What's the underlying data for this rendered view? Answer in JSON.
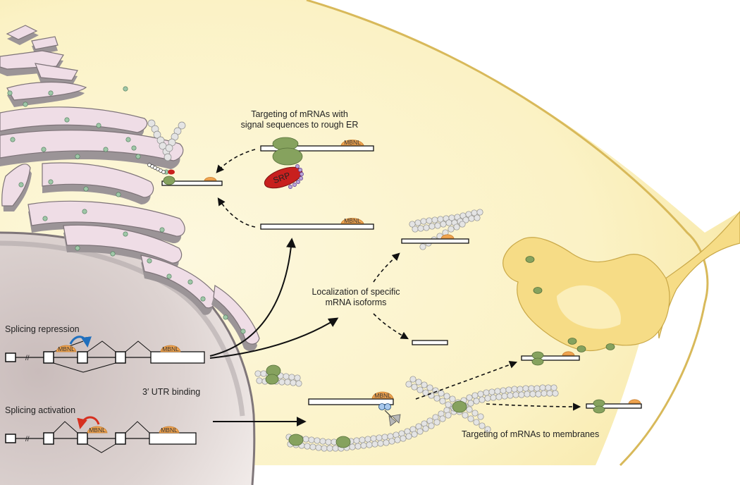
{
  "labels": {
    "rough_er_title_line1": "Targeting of mRNAs with",
    "rough_er_title_line2": "signal sequences to rough ER",
    "localization_line1": "Localization of specific",
    "localization_line2": "mRNA isoforms",
    "splicing_repression": "Splicing repression",
    "splicing_activation": "Splicing activation",
    "utr_binding": "3′ UTR binding",
    "membrane_targeting": "Targeting of mRNAs to membranes",
    "mbnl": "MBNL",
    "srp": "SRP",
    "exon_break": "//"
  },
  "colors": {
    "cytoplasm": "#fbf3c9",
    "nucleus": "#d2c6c4",
    "mbnl": "#f0a450",
    "ribosome": "#86a25e",
    "srp": "#c8201e",
    "repression_arrow": "#1f6fbd",
    "activation_arrow": "#d63020",
    "neurite": "#f6dc86"
  }
}
